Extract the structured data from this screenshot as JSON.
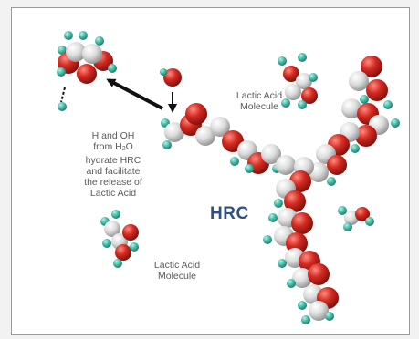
{
  "labels": {
    "hrc": "HRC",
    "lactic_top": [
      "Lactic Acid",
      "Molecule"
    ],
    "lactic_bottom": [
      "Lactic Acid",
      "Molecule"
    ],
    "water_note": {
      "line1": "H and OH",
      "line2_prefix": "from H",
      "line2_sub": "2",
      "line2_suffix": "O",
      "line3": "hydrate HRC",
      "line4": "and facilitate",
      "line5": "the release of",
      "line6": "Lactic Acid"
    }
  },
  "colors": {
    "oxygen": "#cc2a22",
    "carbon": "#d8d8d8",
    "hydrogen": "#3fb6a2",
    "hrc_label": "#2d5087",
    "arrow": "#111111",
    "frame": "#9a9a9a"
  },
  "icons": {
    "arrow": "arrow-icon",
    "molecule": "molecule-icon"
  }
}
